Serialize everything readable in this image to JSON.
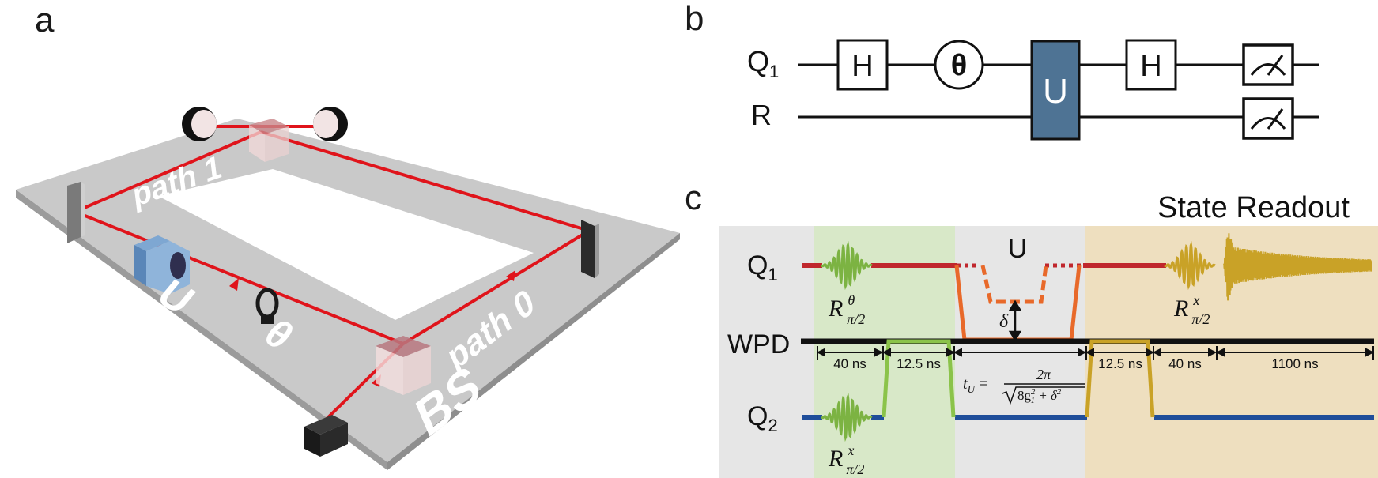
{
  "panels": {
    "a": "a",
    "b": "b",
    "c": "c"
  },
  "panel_a": {
    "labels": {
      "path1": "path 1",
      "path0": "path 0",
      "bs": "BS",
      "u": "U",
      "theta": "θ"
    }
  },
  "panel_b": {
    "wires": [
      "Q1",
      "R"
    ],
    "gates": {
      "h1": "H",
      "theta": "θ",
      "u": "U",
      "h2": "H"
    }
  },
  "panel_c": {
    "title": "State Readout",
    "rows": {
      "q1": "Q",
      "q1_sub": "1",
      "wpd": "WPD",
      "q2": "Q",
      "q2_sub": "2"
    },
    "u_label": "U",
    "delta": "δ",
    "rotations": {
      "r1": {
        "base": "R",
        "sup": "θ",
        "sub": "π/2"
      },
      "r2": {
        "base": "R",
        "sup": "x",
        "sub": "π/2"
      },
      "r3": {
        "base": "R",
        "sup": "x",
        "sub": "π/2"
      }
    },
    "durations": {
      "d1": "40 ns",
      "d2": "12.5 ns",
      "d3": "12.5 ns",
      "d4": "40 ns",
      "d5": "1100 ns"
    },
    "formula": {
      "lhs": "t",
      "lhs_sub": "U",
      "eq": " =",
      "numerator": "2π",
      "denominator": "8g",
      "den_sup": "2",
      "den_sub": "1",
      "den_tail": " + δ",
      "den_tail_sup": "2"
    },
    "colors": {
      "red": "#c0272d",
      "green": "#7cb342",
      "orange": "#e8692a",
      "gold": "#c9a227",
      "blue": "#1f4e9a",
      "gray_bg": "#e6e6e6",
      "green_bg": "#d8e8c8",
      "tan_bg": "#eedfbf"
    }
  }
}
